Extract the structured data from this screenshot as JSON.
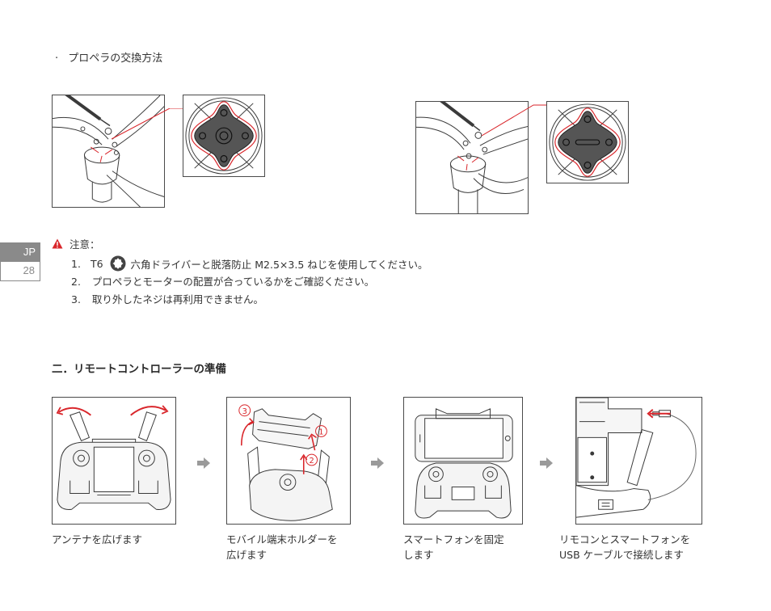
{
  "page": {
    "section1_bullet": "·",
    "section1_title": "プロペラの交換方法",
    "section2_title": "二．リモートコントローラーの準備",
    "tab_language": "JP",
    "tab_page": "28"
  },
  "notes": {
    "heading": "注意：",
    "items": [
      {
        "num": "1.",
        "prefix": "T6",
        "text": "六角ドライバーと脱落防止 M2.5×3.5 ねじを使用してください。"
      },
      {
        "num": "2.",
        "text": "プロペラとモーターの配置が合っているかをご確認ください。"
      },
      {
        "num": "3.",
        "text": "取り外したネジは再利用できません。"
      }
    ]
  },
  "steps": [
    {
      "caption_1": "アンテナを広げます",
      "caption_2": ""
    },
    {
      "caption_1": "モバイル端末ホルダーを",
      "caption_2": "広げます",
      "marker_1": "1",
      "marker_2": "2",
      "marker_3": "3"
    },
    {
      "caption_1": "スマートフォンを固定",
      "caption_2": "します"
    },
    {
      "caption_1": "リモコンとスマートフォンを",
      "caption_2": "USB ケーブルで接続します"
    }
  ],
  "colors": {
    "accent_red": "#d9262b",
    "line": "#3a3a3a",
    "tab_gray": "#8a8a8a",
    "arrow_gray": "#9a9a9a"
  },
  "icons": {
    "warning": "warning-triangle-icon",
    "hex": "torx-t6-icon",
    "arrow": "right-arrow-icon"
  }
}
